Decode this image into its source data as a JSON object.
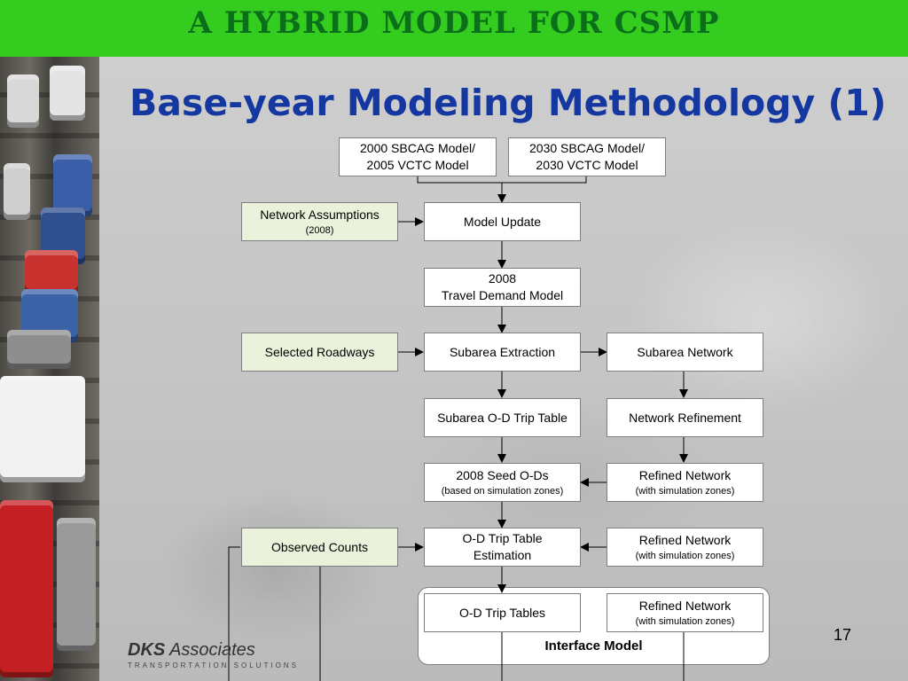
{
  "header": {
    "title": "A Hybrid Model for CSMP"
  },
  "slide": {
    "title": "Base-year Modeling Methodology (1)",
    "page_number": "17"
  },
  "flowchart": {
    "boxes": {
      "sbcag_2000": {
        "line1": "2000 SBCAG Model/",
        "line2": "2005 VCTC Model"
      },
      "sbcag_2030": {
        "line1": "2030 SBCAG Model/",
        "line2": "2030 VCTC Model"
      },
      "network_assumptions": {
        "line1": "Network Assumptions",
        "line2": "(2008)"
      },
      "model_update": {
        "line1": "Model Update"
      },
      "travel_demand": {
        "line1": "2008",
        "line2": "Travel Demand Model"
      },
      "selected_roadways": {
        "line1": "Selected Roadways"
      },
      "subarea_extraction": {
        "line1": "Subarea Extraction"
      },
      "subarea_network": {
        "line1": "Subarea Network"
      },
      "subarea_od": {
        "line1": "Subarea O-D Trip Table"
      },
      "network_refinement": {
        "line1": "Network Refinement"
      },
      "seed_ods": {
        "line1": "2008 Seed O-Ds",
        "line2": "(based on simulation zones)"
      },
      "refined_network_1": {
        "line1": "Refined Network",
        "line2": "(with simulation zones)"
      },
      "observed_counts": {
        "line1": "Observed Counts"
      },
      "od_estimation": {
        "line1": "O-D Trip Table",
        "line2": "Estimation"
      },
      "refined_network_2": {
        "line1": "Refined Network",
        "line2": "(with simulation zones)"
      },
      "od_trip_tables": {
        "line1": "O-D Trip Tables"
      },
      "refined_network_3": {
        "line1": "Refined Network",
        "line2": "(with simulation zones)"
      }
    },
    "interface_label": "Interface Model"
  },
  "logo": {
    "brand": "DKS",
    "name": "Associates",
    "tagline": "TRANSPORTATION SOLUTIONS"
  },
  "colors": {
    "header_band": "#33cc1f",
    "header_text": "#0a6e1a",
    "title": "#1537a0",
    "input_box": "#eaf2dc"
  }
}
